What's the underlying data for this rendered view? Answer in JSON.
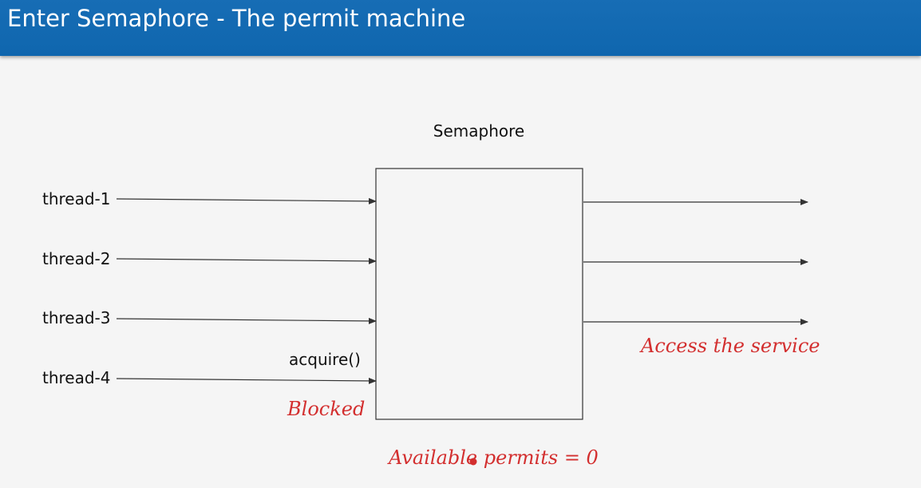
{
  "slide": {
    "title": "Enter Semaphore - The permit machine"
  },
  "diagram": {
    "box_label": "Semaphore",
    "threads": [
      "thread-1",
      "thread-2",
      "thread-3",
      "thread-4"
    ],
    "call_label": "acquire()",
    "blocked_note": "Blocked",
    "access_note": "Access the service",
    "permits_note": "Available permits = 0"
  },
  "colors": {
    "header": "#1169b2",
    "annotation": "#d32f2f",
    "background": "#f5f5f5"
  }
}
